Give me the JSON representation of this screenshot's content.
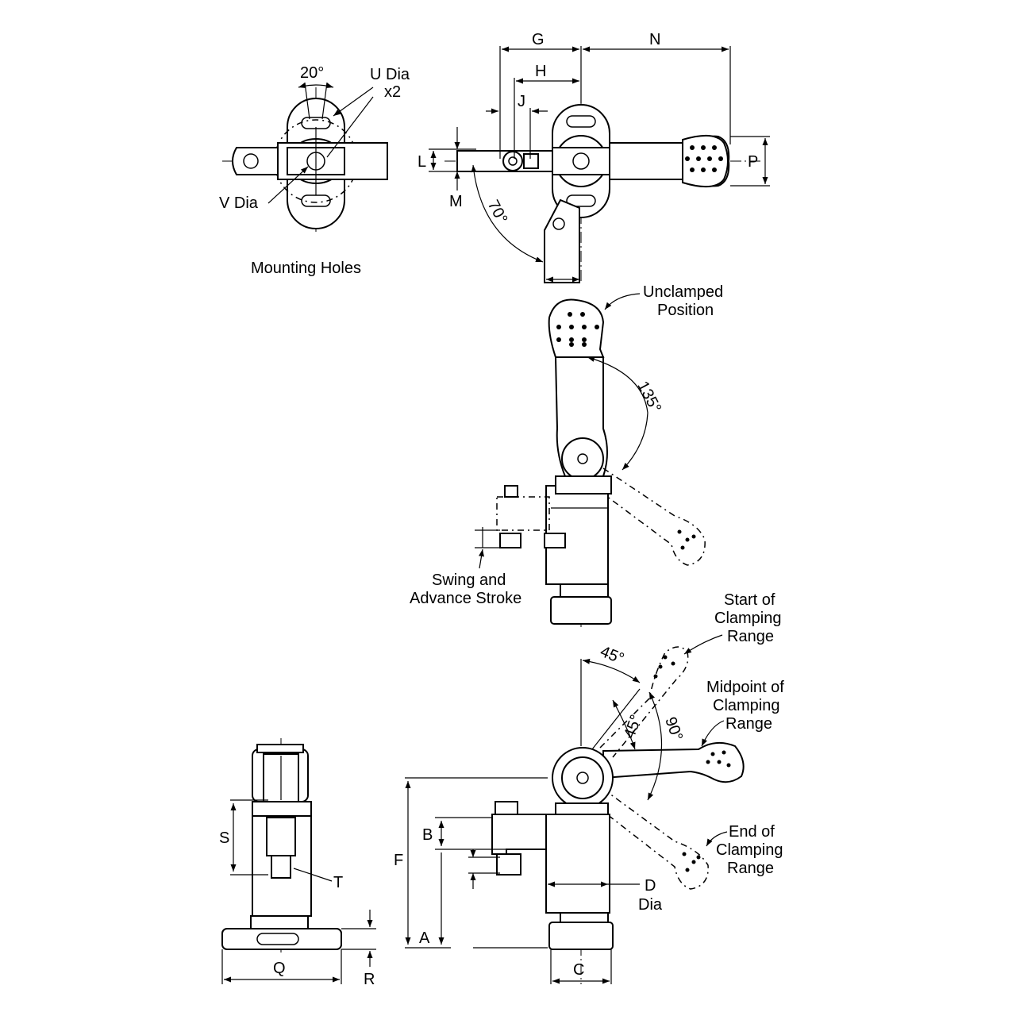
{
  "views": {
    "mounting_holes": {
      "caption": "Mounting Holes",
      "angle": "20°",
      "u_dia": "U Dia",
      "u_count": "x2",
      "v_dia": "V Dia"
    },
    "top_view": {
      "dims": {
        "g": "G",
        "n": "N",
        "h": "H",
        "j": "J",
        "l": "L",
        "m": "M",
        "p": "P"
      },
      "angle": "70°"
    },
    "unclamped_view": {
      "position_label": [
        "Unclamped",
        "Position"
      ],
      "angle": "135°",
      "stroke_label": [
        "Swing and",
        "Advance Stroke"
      ]
    },
    "clamping_view": {
      "start_label": [
        "Start of",
        "Clamping",
        "Range"
      ],
      "mid_label": [
        "Midpoint of",
        "Clamping",
        "Range"
      ],
      "end_label": [
        "End of",
        "Clamping",
        "Range"
      ],
      "angle_a": "45°",
      "angle_b": "45°",
      "angle_c": "90°",
      "dims": {
        "a": "A",
        "b": "B",
        "c": "C",
        "d": "D",
        "d_sub": "Dia",
        "f": "F"
      }
    },
    "side_view": {
      "dims": {
        "s": "S",
        "t": "T",
        "q": "Q",
        "r": "R"
      }
    }
  }
}
